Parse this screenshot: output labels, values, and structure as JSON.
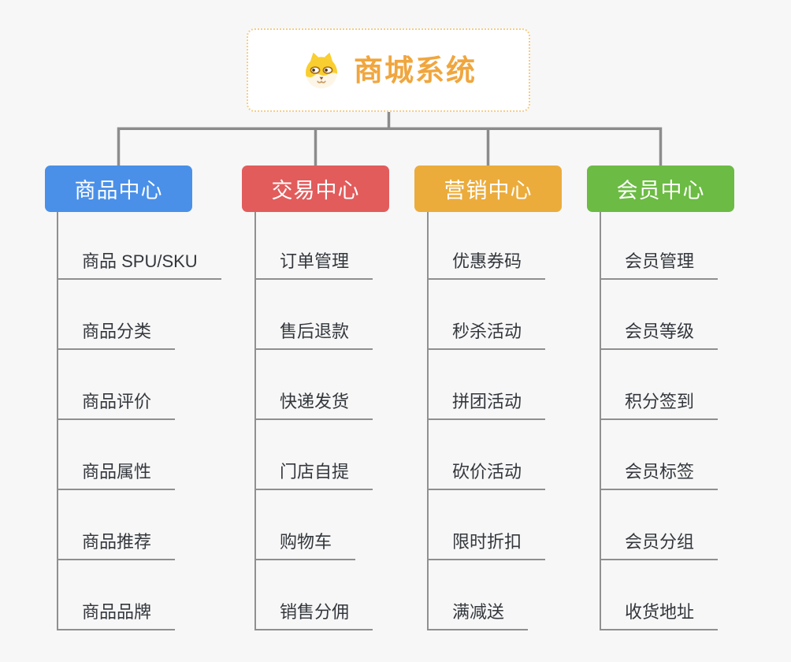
{
  "page": {
    "background": "#F7F7F7",
    "connector_color": "#8C8C8C",
    "leaf_line_color": "#8F8F8F",
    "leaf_text_color": "#33373C"
  },
  "root": {
    "title": "商城系统",
    "icon": "shiba-dog-icon",
    "title_color": "#F0A63E",
    "border_color": "#F5CC86"
  },
  "branches": [
    {
      "label": "商品中心",
      "color": "#4A90E8",
      "items": [
        "商品 SPU/SKU",
        "商品分类",
        "商品评价",
        "商品属性",
        "商品推荐",
        "商品品牌"
      ]
    },
    {
      "label": "交易中心",
      "color": "#E25C5C",
      "items": [
        "订单管理",
        "售后退款",
        "快递发货",
        "门店自提",
        "购物车",
        "销售分佣"
      ]
    },
    {
      "label": "营销中心",
      "color": "#EBAC3C",
      "items": [
        "优惠券码",
        "秒杀活动",
        "拼团活动",
        "砍价活动",
        "限时折扣",
        "满减送"
      ]
    },
    {
      "label": "会员中心",
      "color": "#6CBB44",
      "items": [
        "会员管理",
        "会员等级",
        "积分签到",
        "会员标签",
        "会员分组",
        "收货地址"
      ]
    }
  ]
}
